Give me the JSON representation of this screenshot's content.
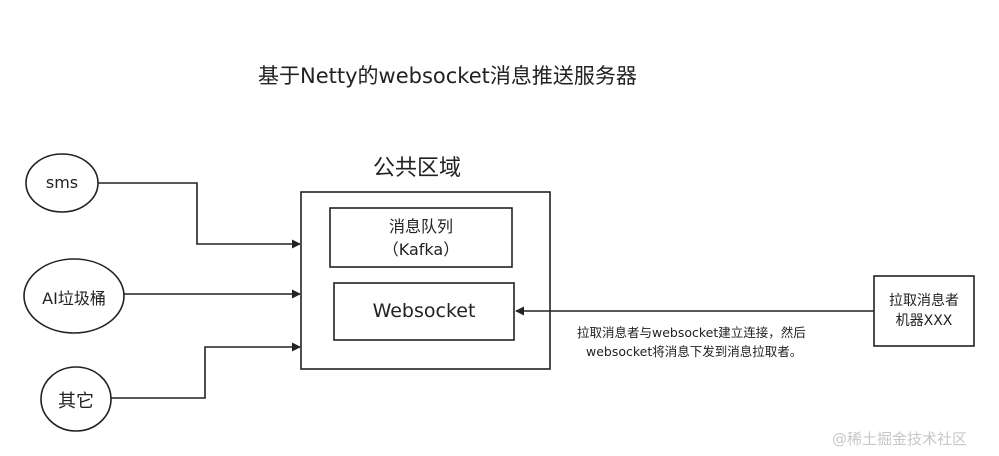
{
  "title": "基于Netty的websocket消息推送服务器",
  "public_area": {
    "label": "公共区域",
    "queue_line1": "消息队列",
    "queue_line2": "（Kafka）",
    "websocket": "Websocket"
  },
  "sources": {
    "sms": "sms",
    "ai": "AI垃圾桶",
    "other": "其它"
  },
  "consumer": {
    "line1": "拉取消息者",
    "line2": "机器XXX"
  },
  "connection_note": {
    "line1": "拉取消息者与websocket建立连接，然后",
    "line2": "websocket将消息下发到消息拉取者。"
  },
  "watermark": "@稀土掘金技术社区",
  "colors": {
    "stroke": "#222222",
    "text": "#222222",
    "watermark": "#c8c8c8"
  }
}
